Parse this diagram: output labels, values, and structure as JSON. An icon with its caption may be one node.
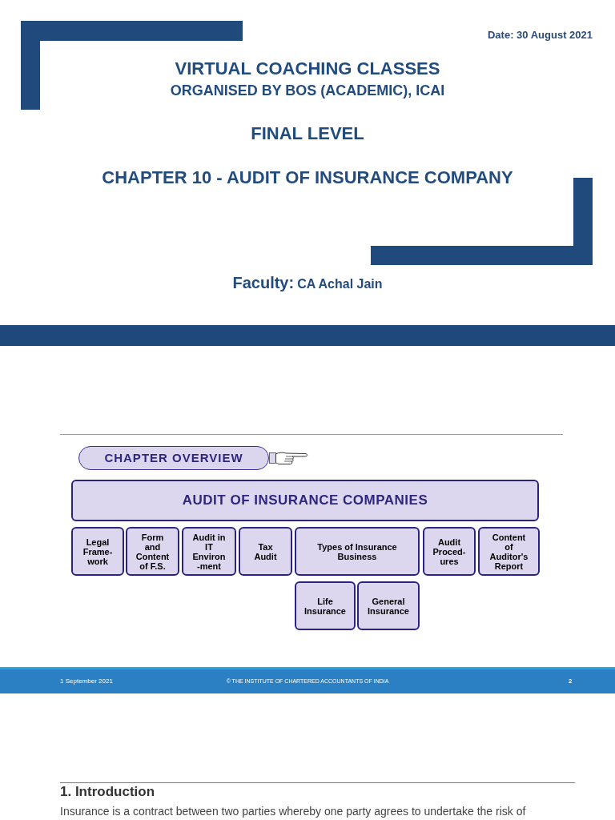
{
  "diagram": {
    "nodes": [
      {
        "text": [],
        "shape": "bar"
      },
      {
        "text": [
          "CHAPTER OVERVIEW"
        ]
      },
      {
        "text": [
          "AUDIT OF INSURANCE COMPANIES"
        ]
      },
      {
        "text": [
          "Legal Frame-work"
        ]
      },
      {
        "text": [
          "Form and Content of F.S."
        ]
      },
      {
        "text": [
          "Audit in IT Environ -ment"
        ]
      },
      {
        "text": [
          "Tax Audit"
        ]
      },
      {
        "text": [
          "Types of Insurance Business"
        ]
      },
      {
        "text": [
          "Audit Proced-ures"
        ]
      },
      {
        "text": [
          "Content of Auditor's Report"
        ]
      },
      {
        "text": [
          "Life Insurance"
        ]
      },
      {
        "text": [
          "General Insurance"
        ]
      }
    ],
    "labels": [
      "Date: 30 August 2021",
      "VIRTUAL COACHING CLASSES",
      "ORGANISED BY BOS (ACADEMIC), ICAI",
      "FINAL LEVEL",
      "CHAPTER 10 - AUDIT OF INSURANCE COMPANY",
      "Faculty:",
      "CA Achal Jain",
      "1 September 2021",
      "© THE INSTITUTE OF CHARTERED ACCOUNTANTS OF INDIA",
      "2",
      "1. Introduction",
      "Insurance is a contract between two parties whereby one party agrees to undertake the risk of"
    ]
  }
}
